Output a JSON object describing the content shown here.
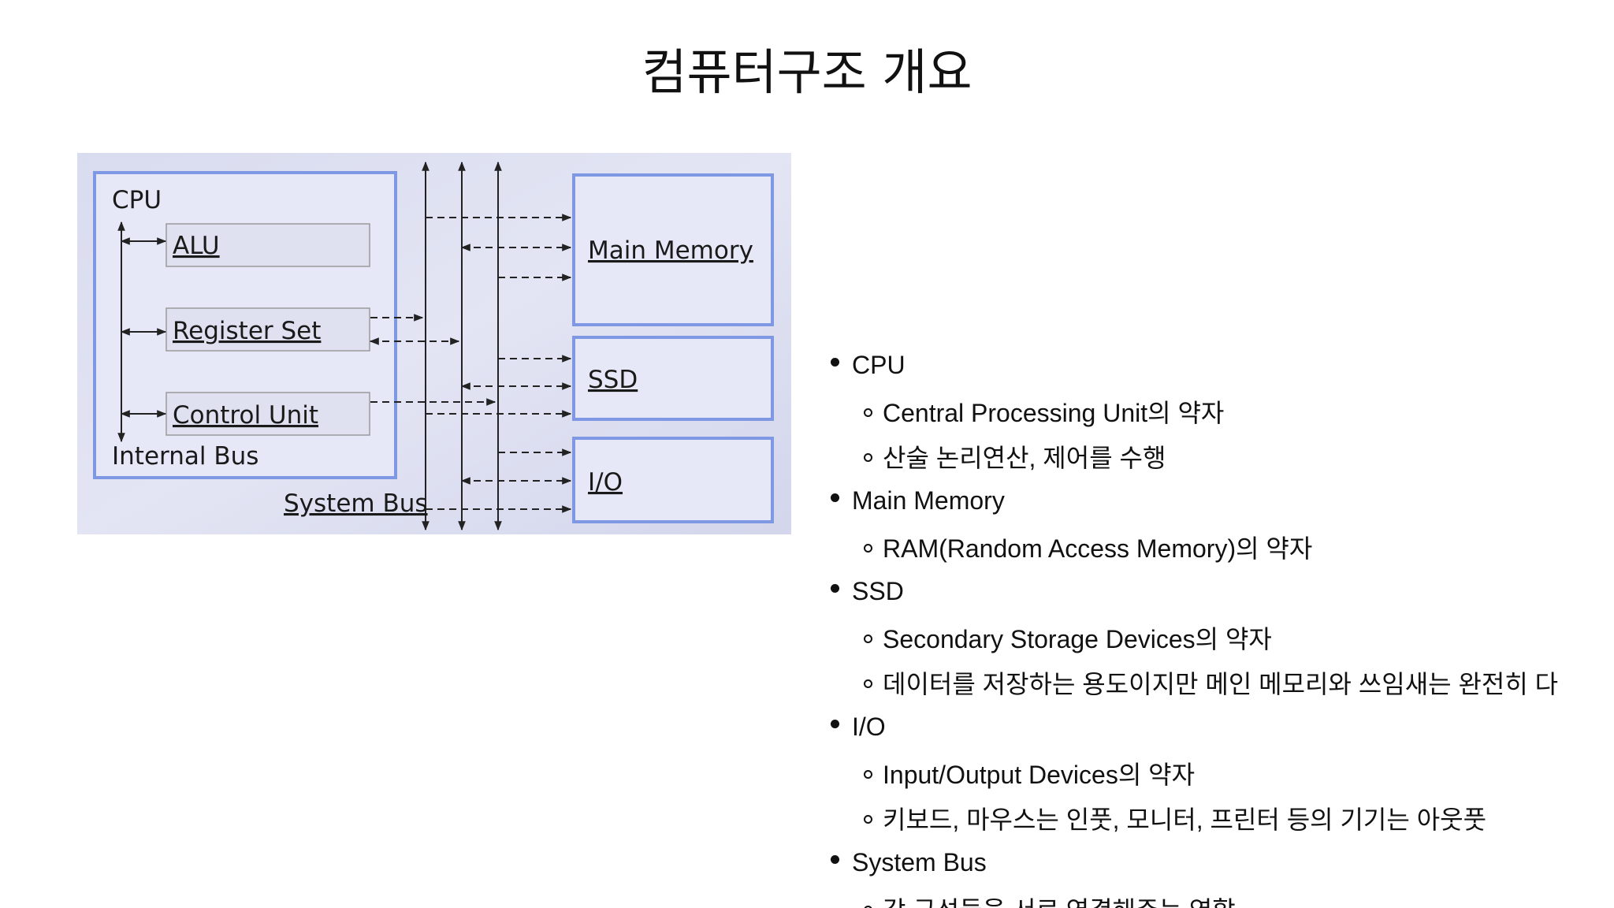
{
  "title": "컴퓨터구조 개요",
  "diagram": {
    "cpu_label": "CPU",
    "alu_label": "ALU",
    "register_label": "Register Set",
    "control_label": "Control Unit",
    "internal_bus_label": "Internal Bus",
    "system_bus_label": "System Bus",
    "memory_label": "Main Memory",
    "ssd_label": "SSD",
    "io_label": "I/O"
  },
  "bullets": [
    {
      "label": "CPU",
      "children": [
        "Central Processing Unit의 약자",
        "산술 논리연산, 제어를 수행"
      ]
    },
    {
      "label": "Main Memory",
      "children": [
        "RAM(Random Access Memory)의 약자"
      ]
    },
    {
      "label": "SSD",
      "children": [
        "Secondary Storage Devices의 약자",
        "데이터를 저장하는 용도이지만 메인 메모리와 쓰임새는 완전히 다"
      ]
    },
    {
      "label": "I/O",
      "children": [
        "Input/Output Devices의 약자",
        "키보드, 마우스는 인풋, 모니터, 프린터 등의 기기는 아웃풋"
      ]
    },
    {
      "label": "System Bus",
      "children": [
        "각 구성들을 서로 연결해주는 역할"
      ]
    }
  ]
}
